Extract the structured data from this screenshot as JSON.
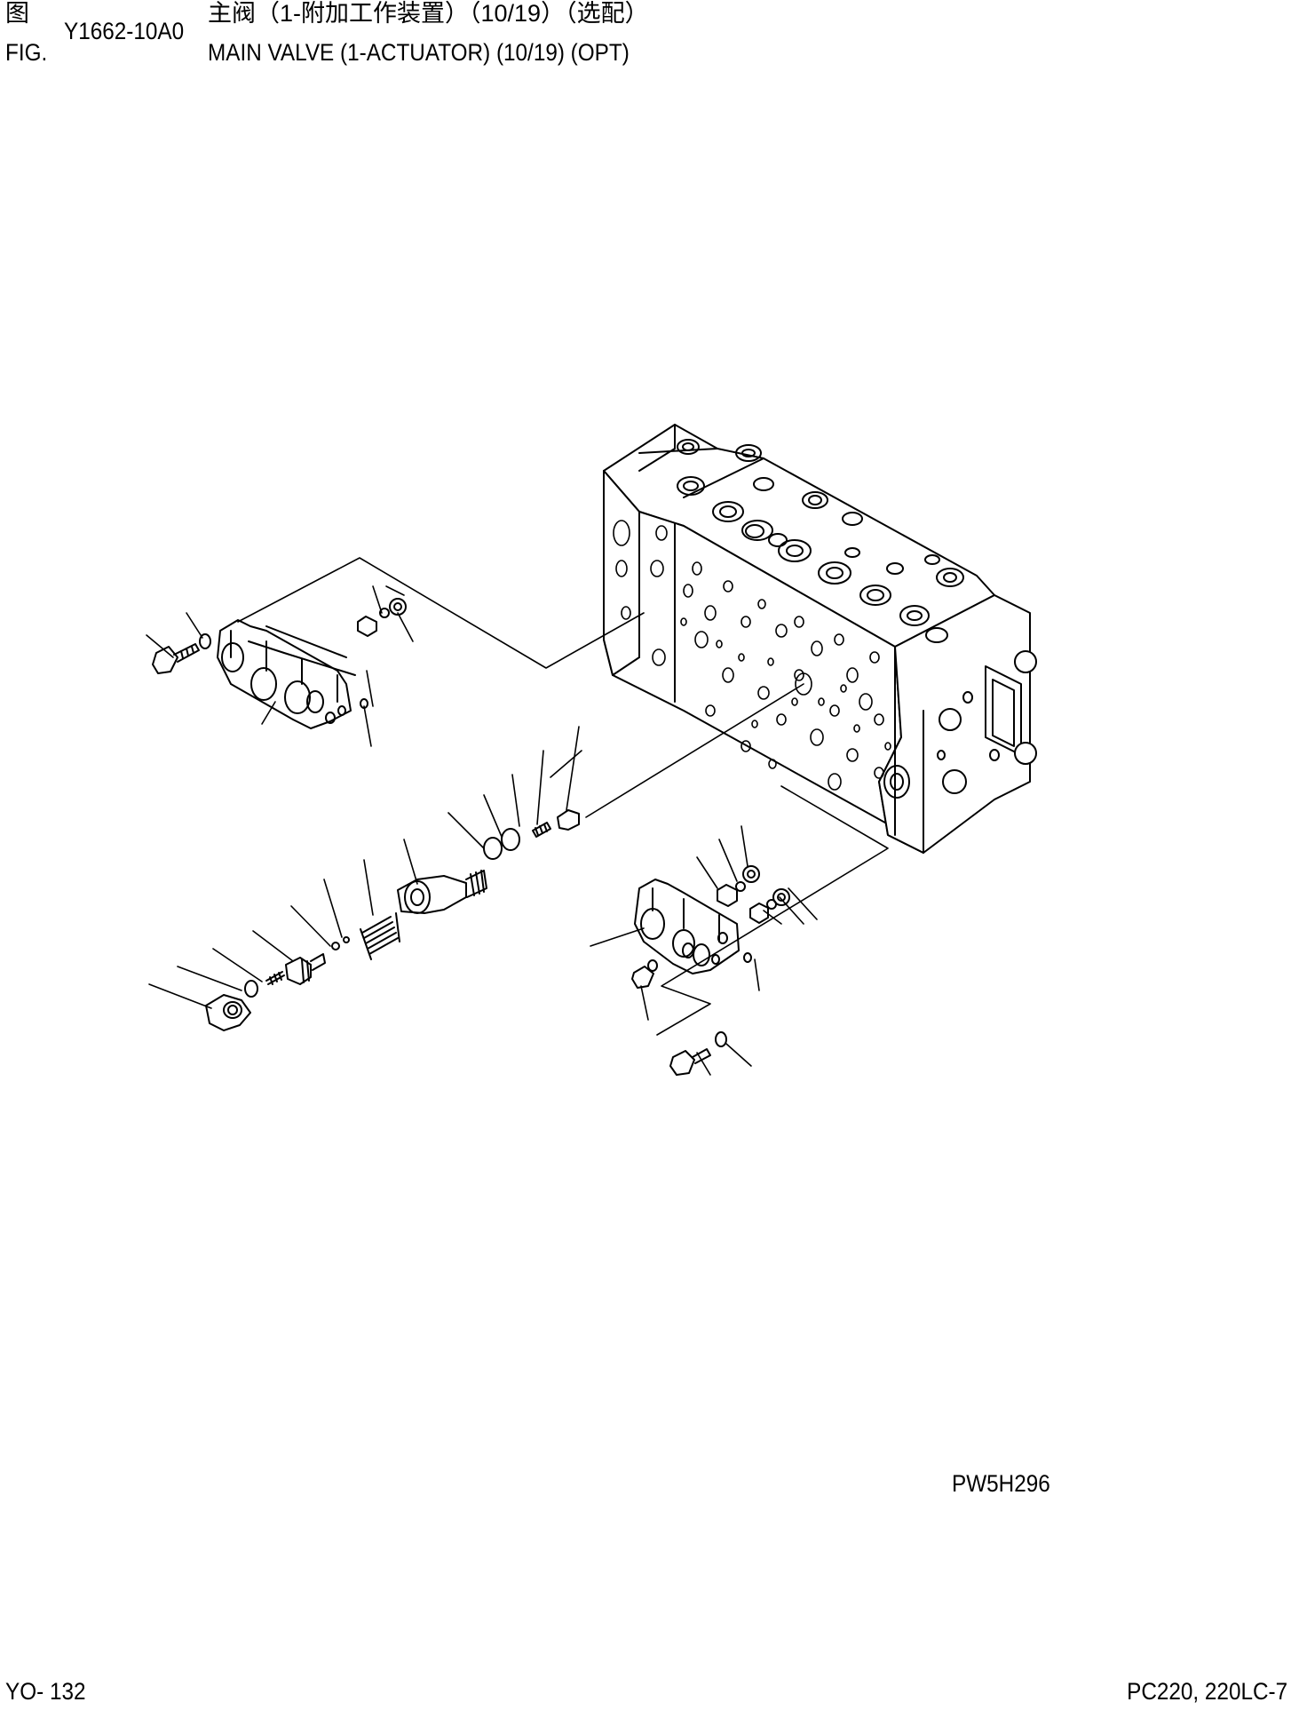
{
  "header": {
    "fig_label_cn": "图",
    "fig_label_en": "FIG.",
    "fig_number": "Y1662-10A0",
    "title_cn": "主阀（1-附加工作装置）（10/19）（选配）",
    "title_en": "MAIN VALVE (1-ACTUATOR) (10/19) (OPT)"
  },
  "drawing": {
    "code": "PW5H296",
    "subject": "main-valve-exploded-view"
  },
  "footer": {
    "page_number": "YO- 132",
    "model": "PC220, 220LC-7"
  },
  "colors": {
    "line": "#000000",
    "background": "#ffffff"
  }
}
